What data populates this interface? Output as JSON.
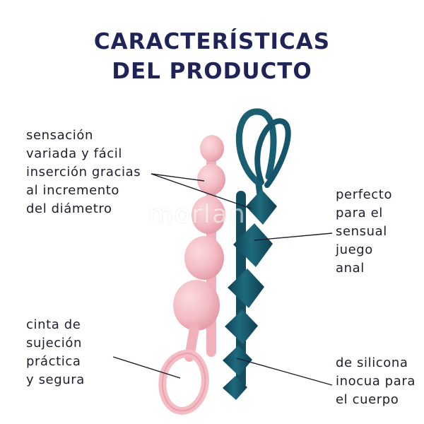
{
  "title": {
    "line1": "CARACTERÍSTICAS",
    "line2": "DEL PRODUCTO"
  },
  "features": {
    "left_top": [
      "sensación",
      "variada y fácil",
      "inserción gracias",
      "al incremento",
      "del diámetro"
    ],
    "left_bottom": [
      "cinta de",
      "sujeción",
      "práctica",
      "y segura"
    ],
    "right_top": [
      "perfecto",
      "para el",
      "sensual",
      "juego",
      "anal"
    ],
    "right_bottom": [
      "de silicona",
      "inocua para",
      "el cuerpo"
    ]
  },
  "watermark": "morlan",
  "colors": {
    "title": "#1f2358",
    "text": "#1e1e2e",
    "pink_beads": "#f4bcc4",
    "teal_beads": "#18566a"
  }
}
